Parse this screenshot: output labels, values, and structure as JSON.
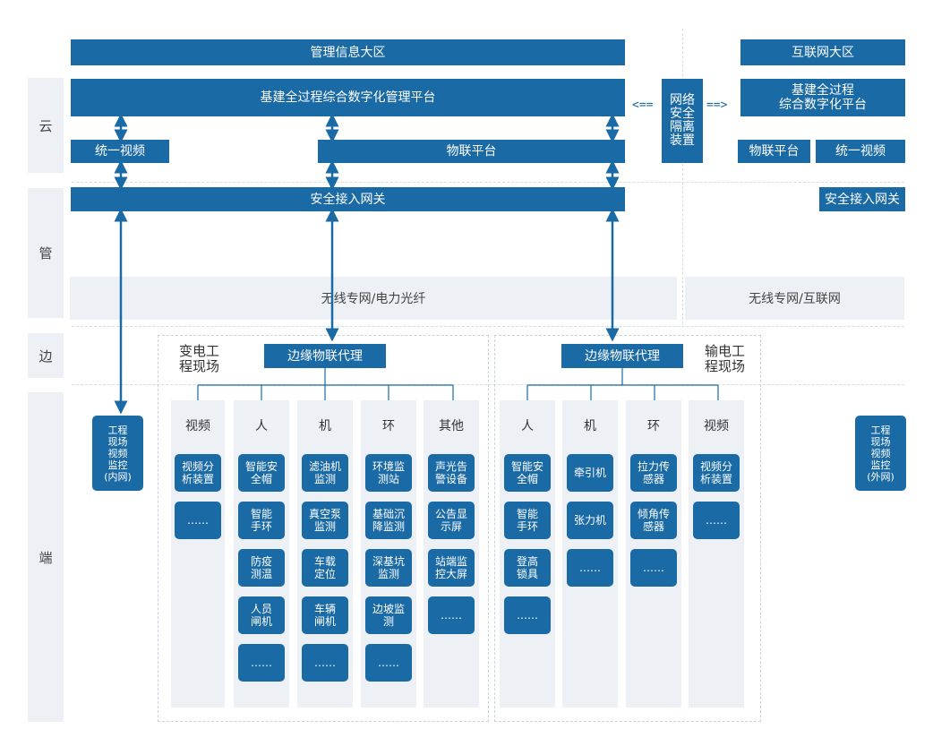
{
  "layers": {
    "cloud": "云",
    "pipe": "管",
    "edge": "边",
    "end": "端"
  },
  "cloud": {
    "mgmt_zone": "管理信息大区",
    "internet_zone": "互联网大区",
    "platform_main": "基建全过程综合数字化管理平台",
    "platform_right": "基建全过程\n综合数字化平台",
    "video_left": "统一视频",
    "iot_left": "物联平台",
    "iot_right": "物联平台",
    "video_right": "统一视频",
    "isolation": "网络\n安全\n隔离\n装置",
    "arrow_left": "<==",
    "arrow_right": "==>"
  },
  "pipe": {
    "gateway_left": "安全接入网关",
    "gateway_right": "安全接入网关",
    "network_left": "无线专网/电力光纤",
    "network_right": "无线专网/互联网"
  },
  "edge": {
    "substation_label": "变电工\n程现场",
    "transmission_label": "输电工\n程现场",
    "proxy_left": "边缘物联代理",
    "proxy_right": "边缘物联代理"
  },
  "end": {
    "monitor_inner": "工程\n现场\n视频\n监控\n(内网)",
    "monitor_outer": "工程\n现场\n视频\n监控\n(外网)",
    "substation_columns": [
      {
        "title": "视频",
        "items": [
          "视频分\n析装置",
          "……"
        ]
      },
      {
        "title": "人",
        "items": [
          "智能安\n全帽",
          "智能\n手环",
          "防疫\n测温",
          "人员\n闸机",
          "……"
        ]
      },
      {
        "title": "机",
        "items": [
          "滤油机\n监测",
          "真空泵\n监测",
          "车载\n定位",
          "车辆\n闸机",
          "……"
        ]
      },
      {
        "title": "环",
        "items": [
          "环境监\n测站",
          "基础沉\n降监测",
          "深基坑\n监测",
          "边坡监\n测",
          "……"
        ]
      },
      {
        "title": "其他",
        "items": [
          "声光告\n警设备",
          "公告显\n示屏",
          "站端监\n控大屏",
          "……"
        ]
      }
    ],
    "transmission_columns": [
      {
        "title": "人",
        "items": [
          "智能安\n全帽",
          "智能\n手环",
          "登高\n锁具",
          "……"
        ]
      },
      {
        "title": "机",
        "items": [
          "牵引机",
          "张力机",
          "……"
        ]
      },
      {
        "title": "环",
        "items": [
          "拉力传\n感器",
          "倾角传\n感器",
          "……"
        ]
      },
      {
        "title": "视频",
        "items": [
          "视频分\n析装置",
          "……"
        ]
      }
    ]
  }
}
